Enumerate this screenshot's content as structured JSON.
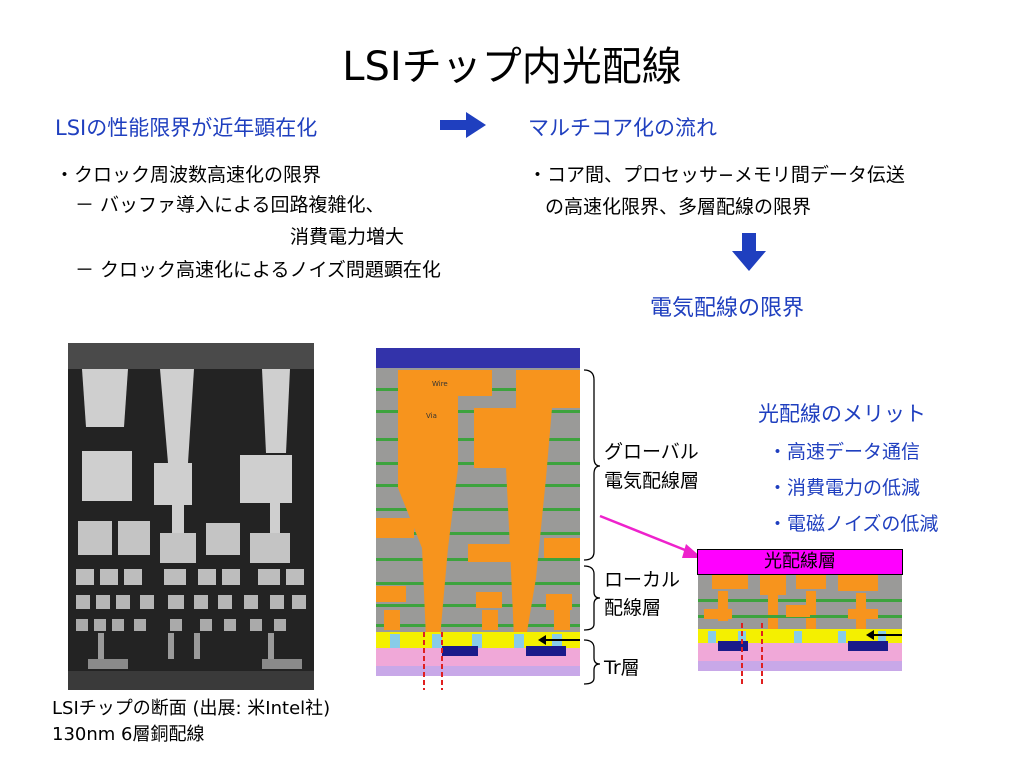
{
  "title": "LSIチップ内光配線",
  "left_heading": "LSIの性能限界が近年顕在化",
  "left_points": [
    "・クロック周波数高速化の限界",
    "－ バッファ導入による回路複雑化、",
    "消費電力増大",
    "－ クロック高速化によるノイズ問題顕在化"
  ],
  "right_heading": "マルチコア化の流れ",
  "right_points": [
    "・コア間、プロセッサ−メモリ間データ伝送",
    "の高速化限界、多層配線の限界"
  ],
  "conclusion": "電気配線の限界",
  "merits": {
    "heading": "光配線のメリット",
    "items": [
      "・高速データ通信",
      "・消費電力の低減",
      "・電磁ノイズの低減"
    ]
  },
  "layers": {
    "global": [
      "グローバル",
      "電気配線層"
    ],
    "local": [
      "ローカル",
      "配線層"
    ],
    "tr": "Tr層",
    "optical": "光配線層"
  },
  "micrograph_labels": {
    "wire": "Wire",
    "via": "Via"
  },
  "caption": [
    "LSIチップの断面 (出展: 米Intel社)",
    "130nm 6層銅配線"
  ],
  "colors": {
    "accent_blue": "#1f3fbf",
    "orange": "#f7941d",
    "magenta": "#ee22cc",
    "optical_fill": "#ff00ff"
  }
}
